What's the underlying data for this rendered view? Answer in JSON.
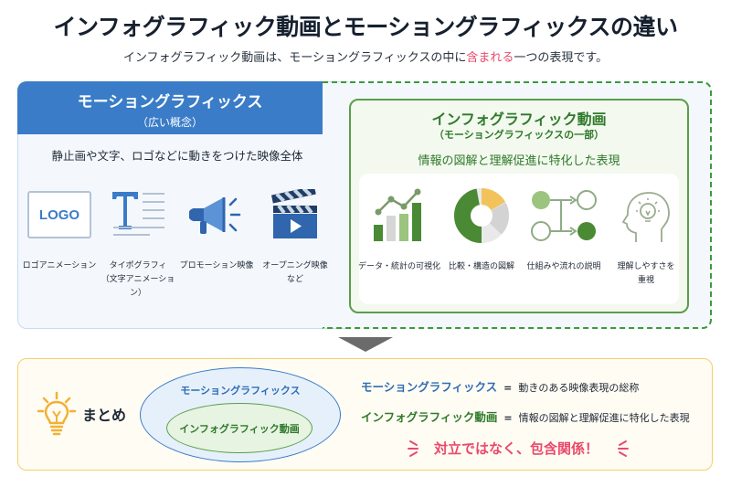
{
  "header": {
    "title": "インフォグラフィック動画とモーショングラフィックスの違い",
    "subtitle_pre": "インフォグラフィック動画は、モーショングラフィックスの中に",
    "subtitle_highlight": "含まれる",
    "subtitle_post": "一つの表現です。"
  },
  "motion_graphics": {
    "title": "モーショングラフィックス",
    "subtitle": "（広い概念）",
    "description": "静止画や文字、ロゴなどに動きをつけた映像全体",
    "items": [
      {
        "icon": "logo-box-icon",
        "icon_text": "LOGO",
        "label_1": "ロゴアニメーション",
        "label_2": ""
      },
      {
        "icon": "typography-icon",
        "icon_text": "T",
        "label_1": "タイポグラフィ",
        "label_2": "（文字アニメーション）"
      },
      {
        "icon": "megaphone-icon",
        "label_1": "プロモーション映像",
        "label_2": ""
      },
      {
        "icon": "clapperboard-icon",
        "label_1": "オープニング映像",
        "label_2": "など"
      }
    ],
    "color": "#3a7cc7"
  },
  "infographic": {
    "title": "インフォグラフィック動画",
    "subtitle": "（モーショングラフィックスの一部）",
    "description": "情報の図解と理解促進に特化した表現",
    "items": [
      {
        "icon": "bar-line-chart-icon",
        "label_1": "データ・統計の可視化",
        "label_2": ""
      },
      {
        "icon": "donut-chart-icon",
        "label_1": "比較・構造の図解",
        "label_2": ""
      },
      {
        "icon": "flow-diagram-icon",
        "label_1": "仕組みや流れの説明",
        "label_2": ""
      },
      {
        "icon": "head-lightbulb-icon",
        "label_1": "理解しやすさを",
        "label_2": "重視"
      }
    ],
    "color": "#2f7a2a"
  },
  "summary": {
    "label": "まとめ",
    "outer_ellipse": "モーショングラフィックス",
    "inner_ellipse": "インフォグラフィック動画",
    "definitions": [
      {
        "term": "モーショングラフィックス",
        "eq": "=",
        "meaning": "動きのある映像表現の総称"
      },
      {
        "term": "インフォグラフィック動画",
        "eq": "=",
        "meaning": "情報の図解と理解促進に特化した表現"
      }
    ],
    "conclusion": "対立ではなく、包含関係！",
    "accent": "#e94a6a"
  }
}
